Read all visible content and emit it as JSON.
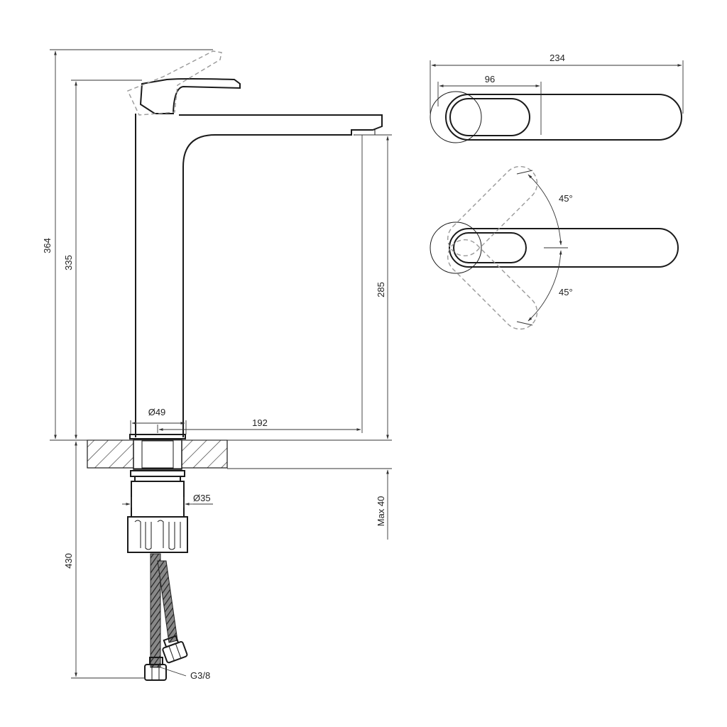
{
  "dimensions": {
    "height_total": "364",
    "height_spout": "335",
    "height_outlet": "285",
    "base_diameter": "Ø49",
    "spout_reach": "192",
    "shank_diameter": "Ø35",
    "max_thickness": "Max 40",
    "hose_length": "430",
    "hose_thread": "G3/8",
    "top_length": "234",
    "top_body": "96",
    "angle_top": "45°",
    "angle_bottom": "45°"
  },
  "colors": {
    "line": "#1a1a1a",
    "dimension": "#333333",
    "hidden": "#999999"
  }
}
